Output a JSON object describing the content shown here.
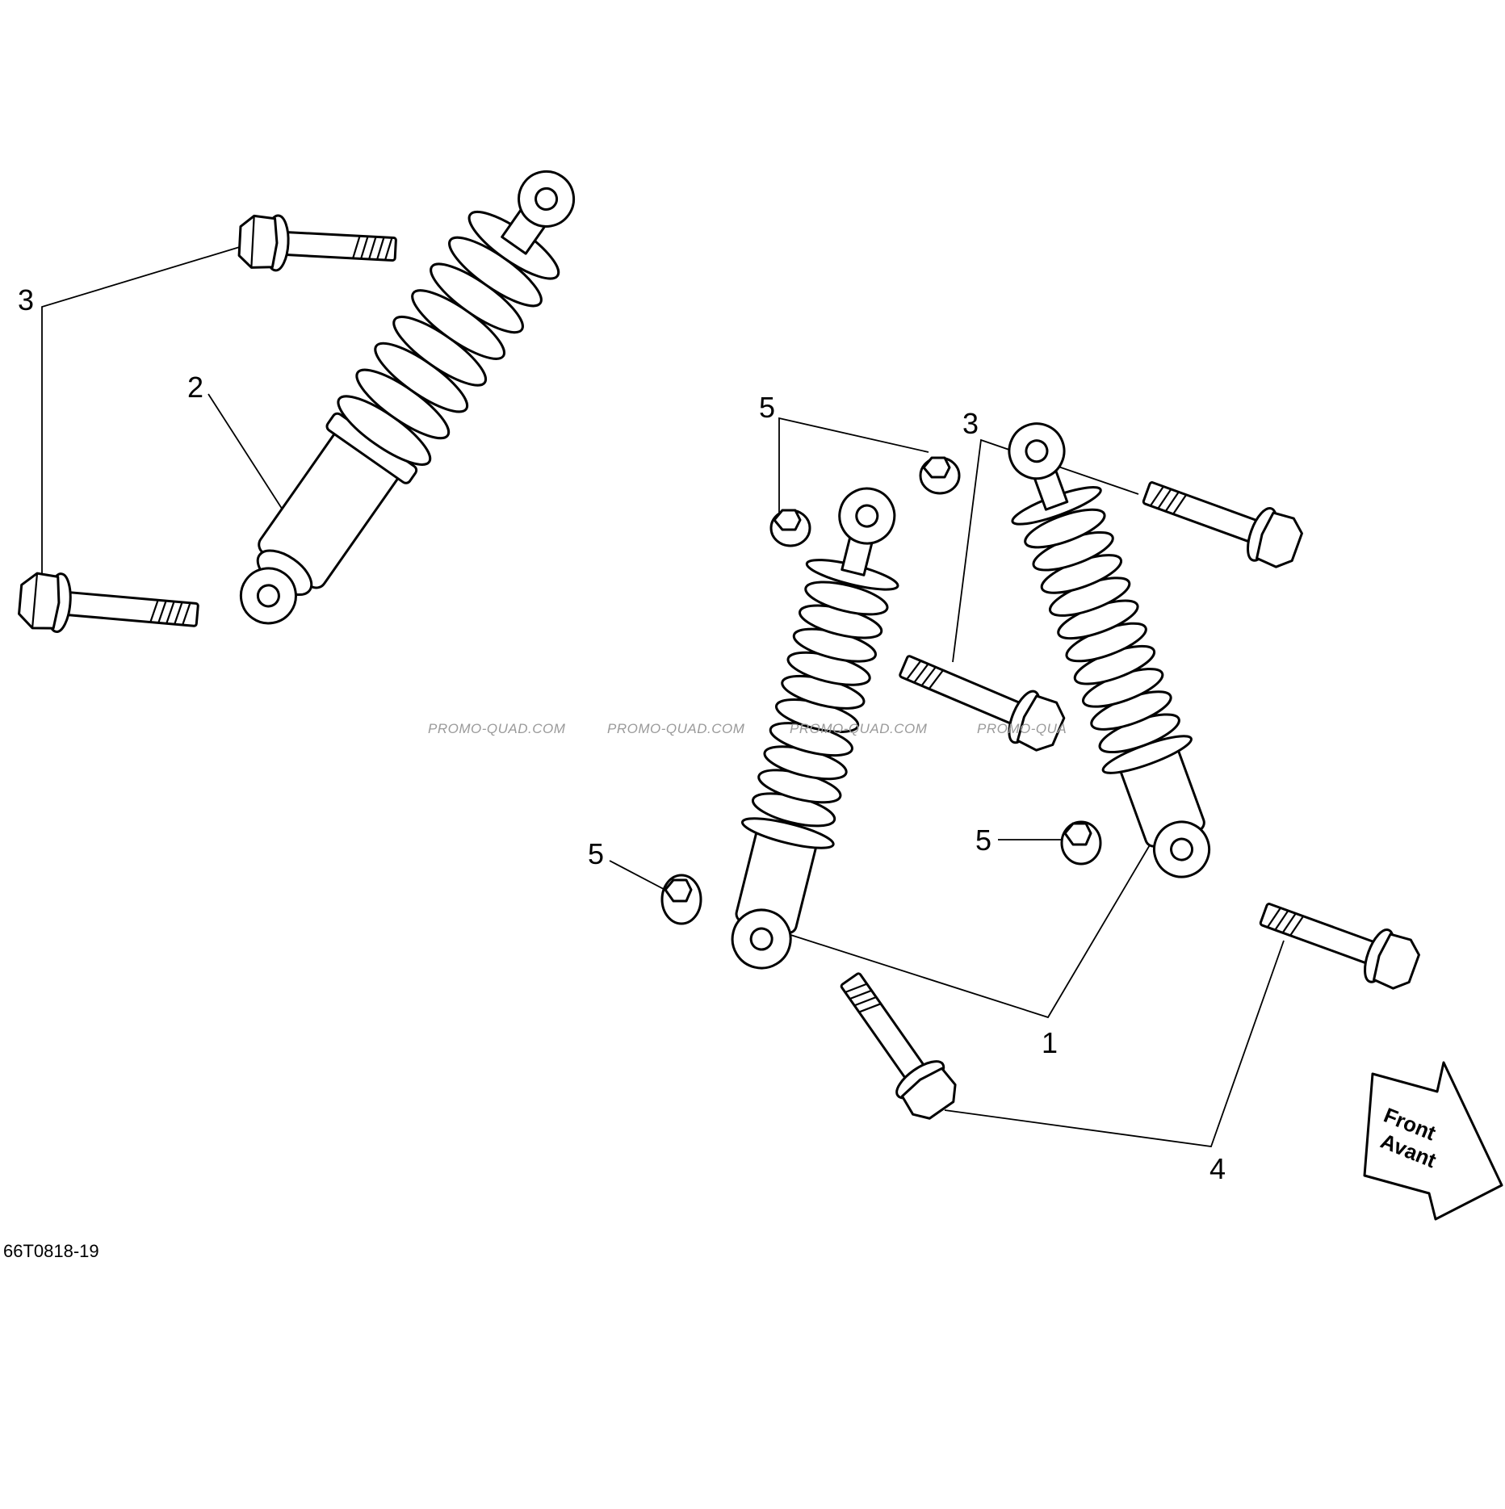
{
  "callouts": {
    "c3_left": "3",
    "c2": "2",
    "c5_top": "5",
    "c3_right": "3",
    "c5_left": "5",
    "c5_right": "5",
    "c1": "1",
    "c4": "4"
  },
  "watermarks": [
    "PROMO-QUAD.COM",
    "PROMO-QUAD.COM",
    "PROMO-QUAD.COM",
    "PROMO-QUA"
  ],
  "front_arrow": {
    "line1": "Front",
    "line2": "Avant"
  },
  "figure_ref": "66T0818-19",
  "colors": {
    "ink": "#000000",
    "paper": "#ffffff",
    "watermark": "#9a9a9a"
  }
}
